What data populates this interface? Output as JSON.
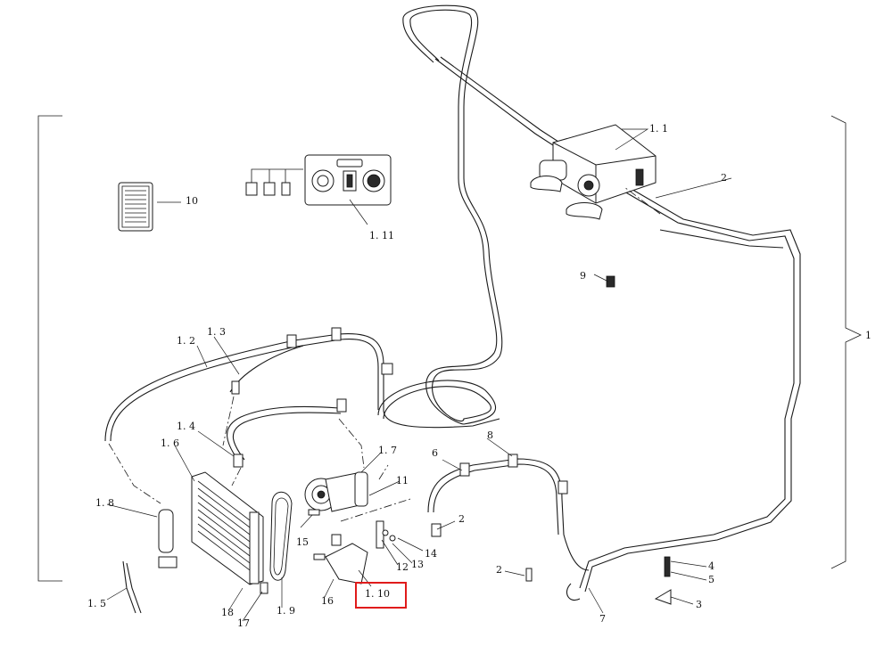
{
  "diagram": {
    "callouts": {
      "c_1": "1",
      "c_1_1": "1. 1",
      "c_1_2": "1. 2",
      "c_1_3": "1. 3",
      "c_1_4": "1. 4",
      "c_1_5": "1. 5",
      "c_1_6": "1. 6",
      "c_1_7": "1. 7",
      "c_1_8": "1. 8",
      "c_1_9": "1. 9",
      "c_1_10": "1. 10",
      "c_1_11": "1. 11",
      "c_2_top": "2",
      "c_2_mid": "2",
      "c_2_low": "2",
      "c_3": "3",
      "c_4": "4",
      "c_5": "5",
      "c_6": "6",
      "c_7": "7",
      "c_8": "8",
      "c_9": "9",
      "c_10": "10",
      "c_11": "11",
      "c_12": "12",
      "c_13": "13",
      "c_14": "14",
      "c_15": "15",
      "c_16": "16",
      "c_17": "17",
      "c_18": "18"
    },
    "highlight_color": "#e01b1b",
    "highlighted_part": "1. 10"
  }
}
